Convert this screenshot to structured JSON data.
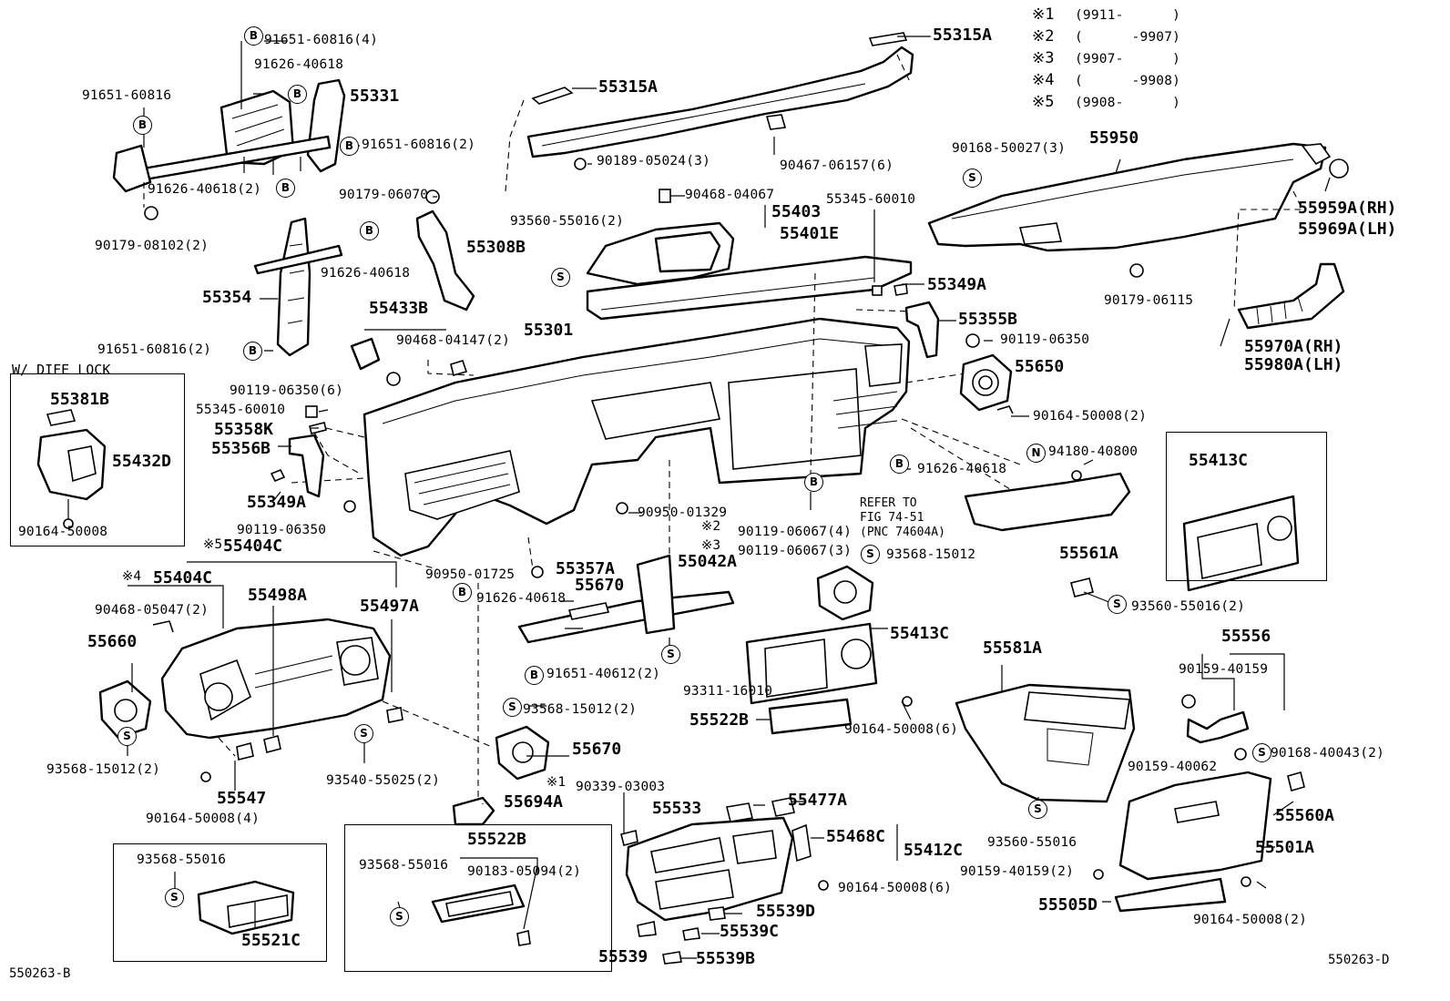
{
  "diagram_id": "550263-B",
  "diagram_id_right": "550263-D",
  "refer_note": {
    "line1": "REFER TO",
    "line2": "FIG 74-51",
    "line3": "(PNC 74604A)"
  },
  "wdiff_title": "W/ DIFE LOCK",
  "date_codes": [
    {
      "mark": "※1",
      "range": "(9911-      )"
    },
    {
      "mark": "※2",
      "range": "(      -9907)"
    },
    {
      "mark": "※3",
      "range": "(9907-      )"
    },
    {
      "mark": "※4",
      "range": "(      -9908)"
    },
    {
      "mark": "※5",
      "range": "(9908-      )"
    }
  ],
  "callout_letters": {
    "b": "B",
    "s": "S",
    "n": "N"
  },
  "labels": [
    {
      "text": "91651-60816(4)",
      "size": "sm"
    },
    {
      "text": "91626-40618",
      "size": "sm"
    },
    {
      "text": "91651-60816",
      "size": "sm"
    },
    {
      "text": "55331",
      "size": "lg"
    },
    {
      "text": "91651-60816(2)",
      "size": "sm"
    },
    {
      "text": "91626-40618(2)",
      "size": "sm"
    },
    {
      "text": "90179-08102(2)",
      "size": "sm"
    },
    {
      "text": "90179-06070",
      "size": "sm"
    },
    {
      "text": "55308B",
      "size": "lg"
    },
    {
      "text": "55354",
      "size": "lg"
    },
    {
      "text": "91626-40618",
      "size": "sm"
    },
    {
      "text": "91651-60816(2)",
      "size": "sm"
    },
    {
      "text": "55315A",
      "size": "lg"
    },
    {
      "text": "55315A",
      "size": "lg"
    },
    {
      "text": "90189-05024(3)",
      "size": "sm"
    },
    {
      "text": "90467-06157(6)",
      "size": "sm"
    },
    {
      "text": "90468-04067",
      "size": "sm"
    },
    {
      "text": "55403",
      "size": "lg"
    },
    {
      "text": "93560-55016(2)",
      "size": "sm"
    },
    {
      "text": "55401E",
      "size": "lg"
    },
    {
      "text": "55345-60010",
      "size": "sm"
    },
    {
      "text": "55349A",
      "size": "lg"
    },
    {
      "text": "55433B",
      "size": "lg"
    },
    {
      "text": "90468-04147(2)",
      "size": "sm"
    },
    {
      "text": "55301",
      "size": "lg"
    },
    {
      "text": "90119-06350(6)",
      "size": "sm"
    },
    {
      "text": "55345-60010",
      "size": "sm"
    },
    {
      "text": "55358K",
      "size": "lg"
    },
    {
      "text": "55356B",
      "size": "lg"
    },
    {
      "text": "55349A",
      "size": "lg"
    },
    {
      "text": "90119-06350",
      "size": "sm"
    },
    {
      "text": "55355B",
      "size": "lg"
    },
    {
      "text": "90119-06350",
      "size": "sm"
    },
    {
      "text": "55650",
      "size": "lg"
    },
    {
      "text": "90164-50008(2)",
      "size": "sm"
    },
    {
      "text": "91626-40618",
      "size": "sm"
    },
    {
      "text": "94180-40800",
      "size": "sm"
    },
    {
      "text": "90168-50027(3)",
      "size": "sm"
    },
    {
      "text": "55950",
      "size": "lg"
    },
    {
      "text": "55959A(RH)",
      "size": "lg"
    },
    {
      "text": "55969A(LH)",
      "size": "lg"
    },
    {
      "text": "90179-06115",
      "size": "sm"
    },
    {
      "text": "55970A(RH)",
      "size": "lg"
    },
    {
      "text": "55980A(LH)",
      "size": "lg"
    },
    {
      "text": "55381B",
      "size": "lg"
    },
    {
      "text": "55432D",
      "size": "lg"
    },
    {
      "text": "90164-50008",
      "size": "sm"
    },
    {
      "text": "90950-01329",
      "size": "sm"
    },
    {
      "text": "90119-06067(4)",
      "size": "sm"
    },
    {
      "text": "90119-06067(3)",
      "size": "sm"
    },
    {
      "text": "93568-15012",
      "size": "sm"
    },
    {
      "text": "55413C",
      "size": "lg"
    },
    {
      "text": "55404C",
      "size": "lg"
    },
    {
      "text": "55404C",
      "size": "lg"
    },
    {
      "text": "90468-05047(2)",
      "size": "sm"
    },
    {
      "text": "55498A",
      "size": "lg"
    },
    {
      "text": "55497A",
      "size": "lg"
    },
    {
      "text": "55660",
      "size": "lg"
    },
    {
      "text": "90950-01725",
      "size": "sm"
    },
    {
      "text": "55357A",
      "size": "lg"
    },
    {
      "text": "55042A",
      "size": "lg"
    },
    {
      "text": "91626-40618",
      "size": "sm"
    },
    {
      "text": "55670",
      "size": "lg"
    },
    {
      "text": "55561A",
      "size": "lg"
    },
    {
      "text": "93560-55016(2)",
      "size": "sm"
    },
    {
      "text": "55413C",
      "size": "lg"
    },
    {
      "text": "91651-40612(2)",
      "size": "sm"
    },
    {
      "text": "93311-16010",
      "size": "sm"
    },
    {
      "text": "55581A",
      "size": "lg"
    },
    {
      "text": "55556",
      "size": "lg"
    },
    {
      "text": "90159-40159",
      "size": "sm"
    },
    {
      "text": "93568-15012(2)",
      "size": "sm"
    },
    {
      "text": "55522B",
      "size": "lg"
    },
    {
      "text": "90164-50008(6)",
      "size": "sm"
    },
    {
      "text": "55670",
      "size": "lg"
    },
    {
      "text": "90168-40043(2)",
      "size": "sm"
    },
    {
      "text": "90159-40062",
      "size": "sm"
    },
    {
      "text": "93568-15012(2)",
      "size": "sm"
    },
    {
      "text": "93540-55025(2)",
      "size": "sm"
    },
    {
      "text": "55547",
      "size": "lg"
    },
    {
      "text": "90164-50008(4)",
      "size": "sm"
    },
    {
      "text": "90339-03003",
      "size": "sm"
    },
    {
      "text": "55694A",
      "size": "lg"
    },
    {
      "text": "55533",
      "size": "lg"
    },
    {
      "text": "55477A",
      "size": "lg"
    },
    {
      "text": "55560A",
      "size": "lg"
    },
    {
      "text": "93560-55016",
      "size": "sm"
    },
    {
      "text": "55468C",
      "size": "lg"
    },
    {
      "text": "55412C",
      "size": "lg"
    },
    {
      "text": "55501A",
      "size": "lg"
    },
    {
      "text": "93568-55016",
      "size": "sm"
    },
    {
      "text": "55522B",
      "size": "lg"
    },
    {
      "text": "93568-55016",
      "size": "sm"
    },
    {
      "text": "90183-05094(2)",
      "size": "sm"
    },
    {
      "text": "90164-50008(6)",
      "size": "sm"
    },
    {
      "text": "90159-40159(2)",
      "size": "sm"
    },
    {
      "text": "55505D",
      "size": "lg"
    },
    {
      "text": "90164-50008(2)",
      "size": "sm"
    },
    {
      "text": "55539D",
      "size": "lg"
    },
    {
      "text": "55521C",
      "size": "lg"
    },
    {
      "text": "55539C",
      "size": "lg"
    },
    {
      "text": "55539",
      "size": "lg"
    },
    {
      "text": "55539B",
      "size": "lg"
    }
  ],
  "prefixed_marks": {
    "m1": "※1",
    "m2": "※2",
    "m3": "※3",
    "m4": "※4",
    "m5": "※5"
  }
}
